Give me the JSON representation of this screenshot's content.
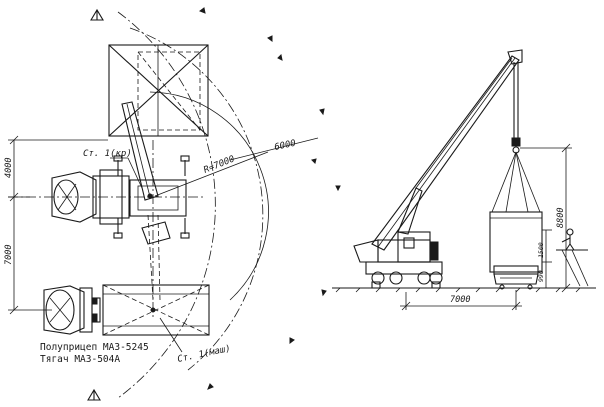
{
  "plan_view": {
    "radius_label": "R=7000",
    "arc_label": "6000",
    "dim_top": "4000",
    "dim_bottom": "7000",
    "point_1_label": "Ст. 1(кр)",
    "point_2_label": "Ст. 1(маш)",
    "caption_line1": "Полуприцеп МАЗ-5245",
    "caption_line2": "Тягач МАЗ-504А"
  },
  "elevation_view": {
    "dim_horizontal": "7000",
    "dim_height": "8800",
    "dim_small_1": "1500",
    "dim_small_2": "990"
  }
}
